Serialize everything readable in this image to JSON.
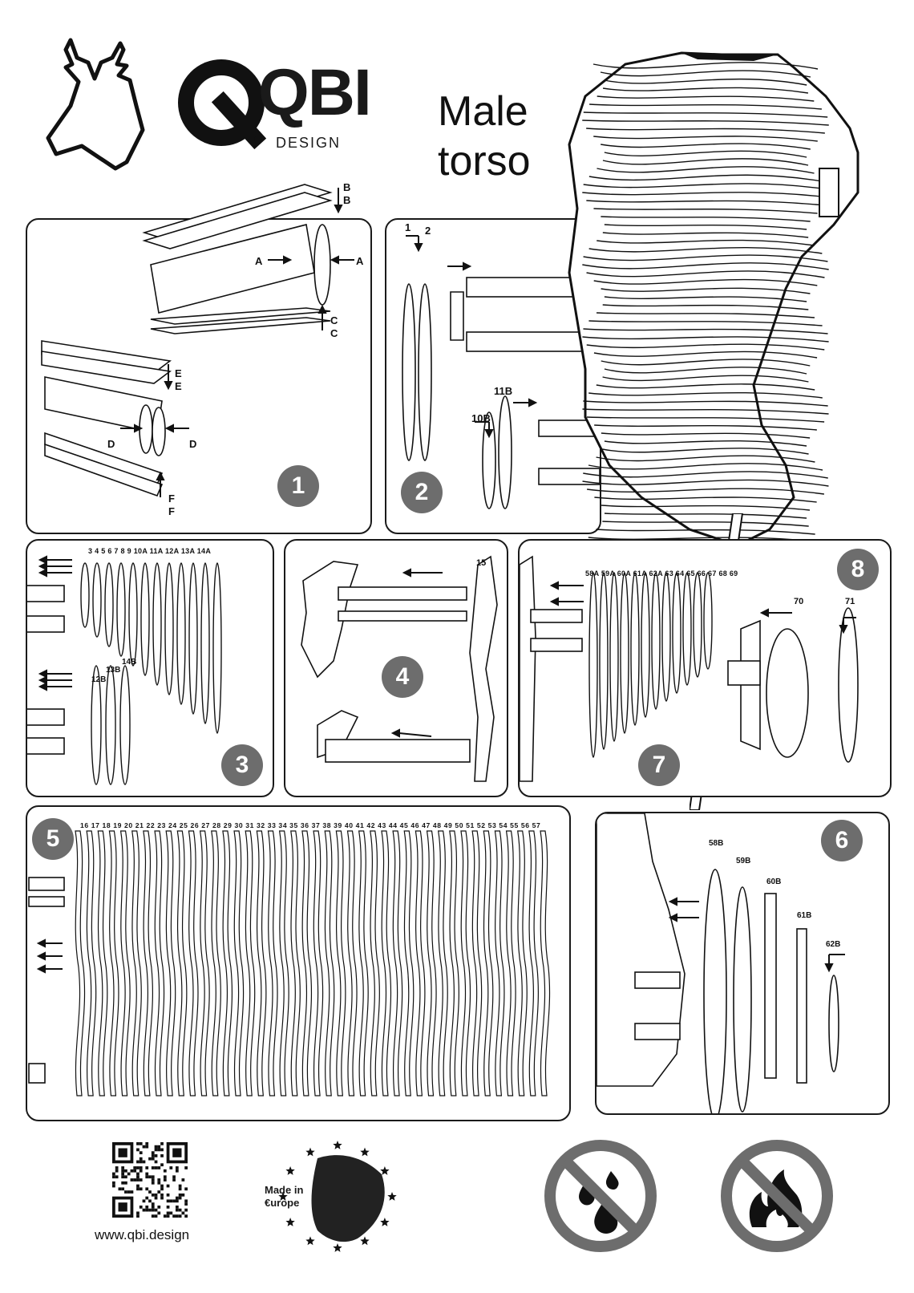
{
  "brand": {
    "name": "QBI",
    "sub": "DESIGN"
  },
  "title": {
    "line1": "Male",
    "line2": "torso"
  },
  "steps": {
    "s1": {
      "number": "1",
      "labels": [
        "A",
        "A",
        "B",
        "B",
        "C",
        "C",
        "D",
        "D",
        "E",
        "E",
        "F",
        "F"
      ]
    },
    "s2": {
      "number": "2",
      "labels": [
        "1",
        "2",
        "10B",
        "11B"
      ]
    },
    "s3": {
      "number": "3",
      "top_parts": "3  4  5  6  7  8  9  10A 11A 12A 13A 14A",
      "bottom_parts": [
        "12B",
        "13B",
        "14B"
      ]
    },
    "s4": {
      "number": "4",
      "labels": [
        "15"
      ]
    },
    "s5": {
      "number": "5",
      "parts": "16 17 18 19 20 21 22 23 24 25 26 27 28 29 30 31 32 33 34 35 36 37 38 39 40 41 42 43 44 45 46 47 48 49 50 51 52 53 54 55 56 57"
    },
    "s6": {
      "number": "6",
      "labels": [
        "58B",
        "59B",
        "60B",
        "61B",
        "62B"
      ]
    },
    "s7": {
      "number": "7",
      "parts": "58A 59A 60A 61A 62A 63 64 65 66 67 68 69"
    },
    "s8": {
      "number": "8",
      "labels": [
        "70",
        "71"
      ]
    }
  },
  "footer": {
    "website": "www.qbi.design",
    "made_in": "Made in",
    "europe": "€urope",
    "icons": [
      "qr-code",
      "made-in-europe-badge",
      "no-water-icon",
      "no-fire-icon"
    ]
  }
}
